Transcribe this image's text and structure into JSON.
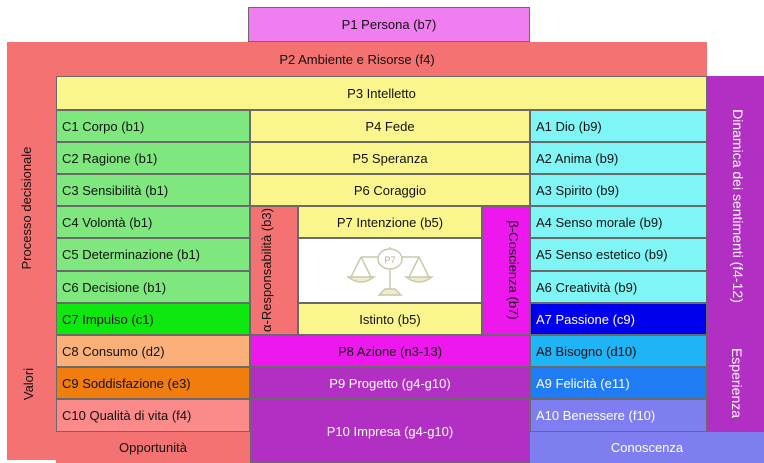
{
  "p1": "P1 Persona (b7)",
  "p2": "P2 Ambiente e Risorse (f4)",
  "p3": "P3 Intelletto",
  "left_side": "Processo decisionale",
  "right_side": "Dinamica dei sentimenti (f4-12)",
  "valori": "Valori",
  "esperienza": "Esperienza",
  "c_items": [
    "C1 Corpo (b1)",
    "C2 Ragione (b1)",
    "C3 Sensibilità (b1)",
    "C4 Volontà (b1)",
    "C5 Determinazione (b1)",
    "C6 Decisione (b1)",
    "C7 Impulso (c1)",
    "C8 Consumo (d2)",
    "C9 Soddisfazione (e3)",
    "C10 Qualità di vita (f4)"
  ],
  "p_middle": [
    "P4 Fede",
    "P5 Speranza",
    "P6 Coraggio",
    "P7 Intenzione (b5)",
    "Istinto (b5)",
    "P8 Azione (n3-13)",
    "P9 Progetto (g4-g10)",
    "P10 Impresa (g4-g10)"
  ],
  "alpha": "α-Responsabilità (b3)",
  "beta": "β-Coscienza (b7)",
  "scale_label": "P7",
  "a_items": [
    "A1 Dio (b9)",
    "A2 Anima (b9)",
    "A3 Spirito (b9)",
    "A4 Senso morale (b9)",
    "A5 Senso estetico (b9)",
    "A6 Creatività (b9)",
    "A7 Passione (c9)",
    "A8 Bisogno (d10)",
    "A9 Felicità (e11)",
    "A10 Benessere (f10)"
  ],
  "opportunita": "Opportunità",
  "conoscenza": "Conoscenza",
  "colors": {
    "p1": "#f07ef0",
    "frame": "#f47272",
    "yellow": "#fbf58e",
    "green": "#7ee87e",
    "cyan": "#80f5f5",
    "purple": "#b12fc2",
    "magenta": "#ee17ee",
    "bright_green": "#0ee80e",
    "blue": "#0000ee",
    "orange_light": "#fbb07a",
    "orange": "#f07d0e",
    "blue_light": "#1fb4f5",
    "periwinkle": "#7e7ef0",
    "salmon": "#fb8a8a"
  }
}
